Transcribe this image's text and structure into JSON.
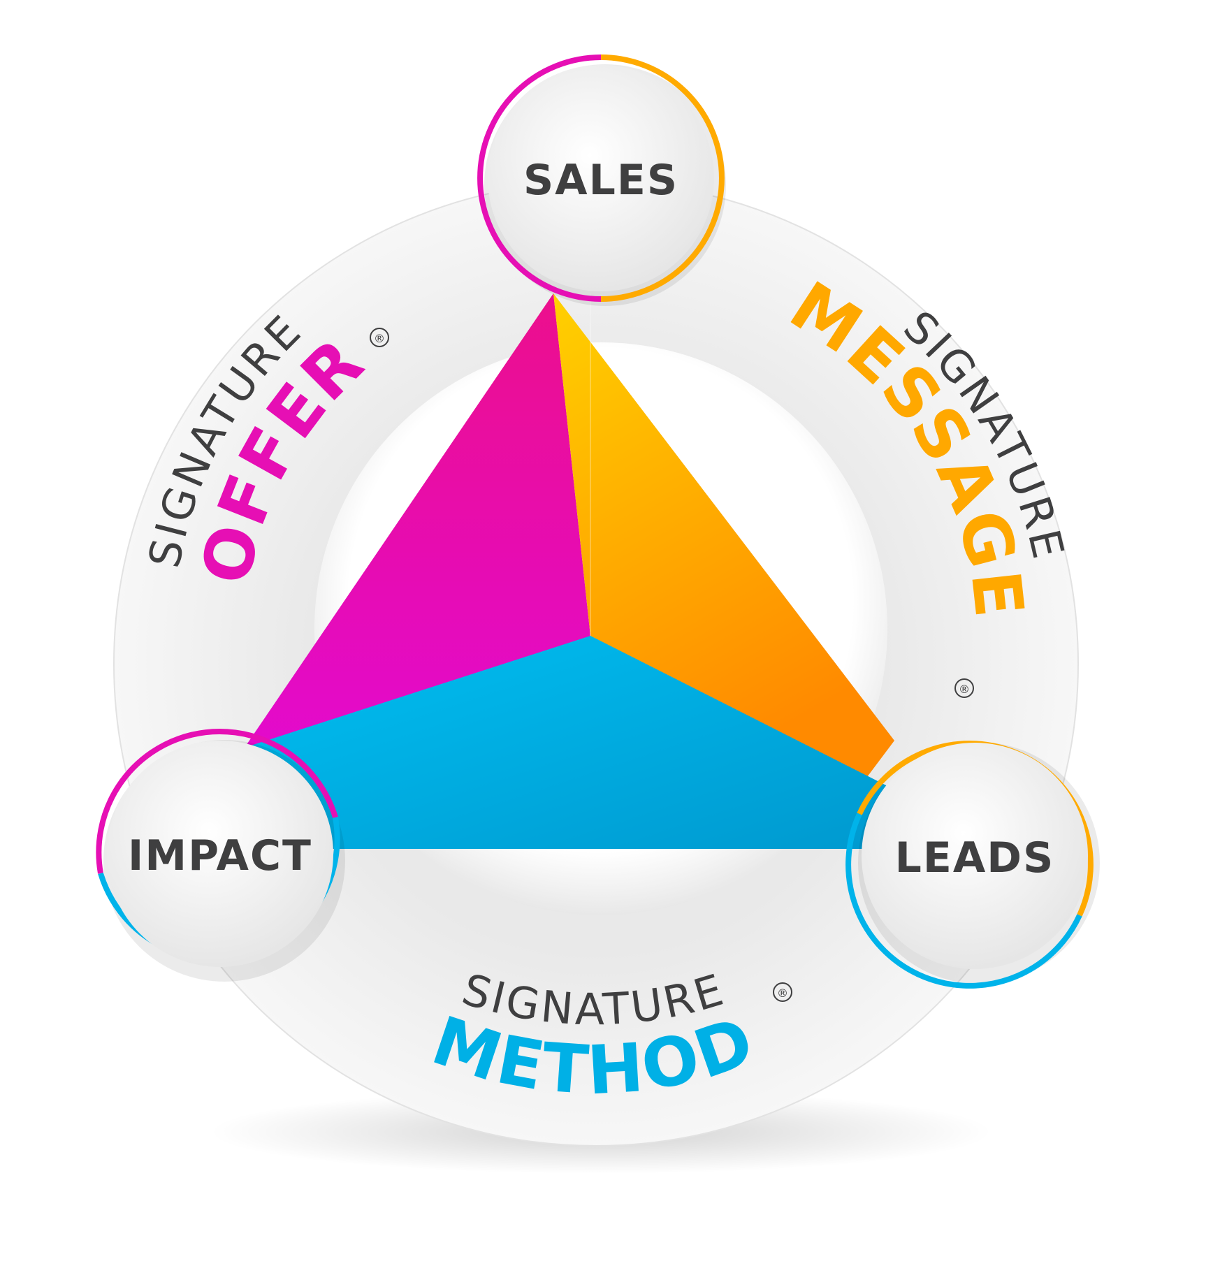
{
  "colors": {
    "magenta": "#e60fb4",
    "orange": "#ff9a00",
    "yellow": "#ffc400",
    "cyan": "#00b3ea",
    "text": "#3f3f40",
    "ring": "#f1f1f1"
  },
  "nodes": {
    "sales": "SALES",
    "impact": "IMPACT",
    "leads": "LEADS"
  },
  "pillars": {
    "offer": {
      "prefix": "SIGNATURE",
      "word": "OFFER",
      "mark": "®"
    },
    "message": {
      "prefix": "SIGNATURE",
      "word": "MESSAGE",
      "mark": "®"
    },
    "method": {
      "prefix": "SIGNATURE",
      "word": "METHOD",
      "mark": "®"
    }
  }
}
